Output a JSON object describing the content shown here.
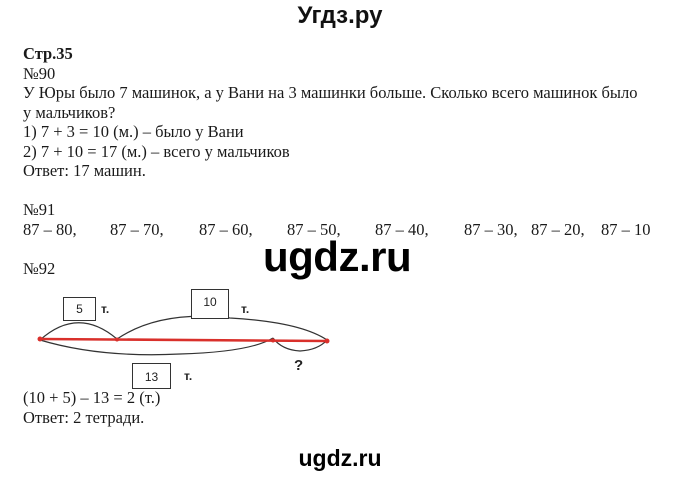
{
  "header": {
    "site_title": "Угдз.ру"
  },
  "page": {
    "page_label": "Стр.35",
    "task90": {
      "number": "№90",
      "question_line1": "У Юры было 7 машинок, а у Вани на 3 машинки больше. Сколько всего машинок было",
      "question_line2": "у мальчиков?",
      "step1": "1) 7 + 3 = 10 (м.) – было у Вани",
      "step2": "2) 7 + 10 = 17 (м.) – всего у мальчиков",
      "answer": "Ответ: 17 машин."
    },
    "task91": {
      "number": "№91",
      "expressions": [
        "87 – 80,",
        "87 – 70,",
        "87 – 60,",
        "87 – 50,",
        "87 – 40,",
        "87 – 30,",
        "87 – 20,",
        "87 – 10"
      ]
    },
    "task92": {
      "number": "№92",
      "diagram": {
        "segment1_value": "5",
        "segment1_unit": "т.",
        "segment2_value": "10",
        "segment2_unit": "т.",
        "total_value": "13",
        "total_unit": "т.",
        "unknown_label": "?",
        "line_color": "#d9302b"
      },
      "solution": "(10 + 5) – 13 = 2 (т.)",
      "answer": "Ответ: 2 тетради."
    }
  },
  "watermarks": {
    "middle": "ugdz.ru",
    "bottom": "ugdz.ru"
  }
}
